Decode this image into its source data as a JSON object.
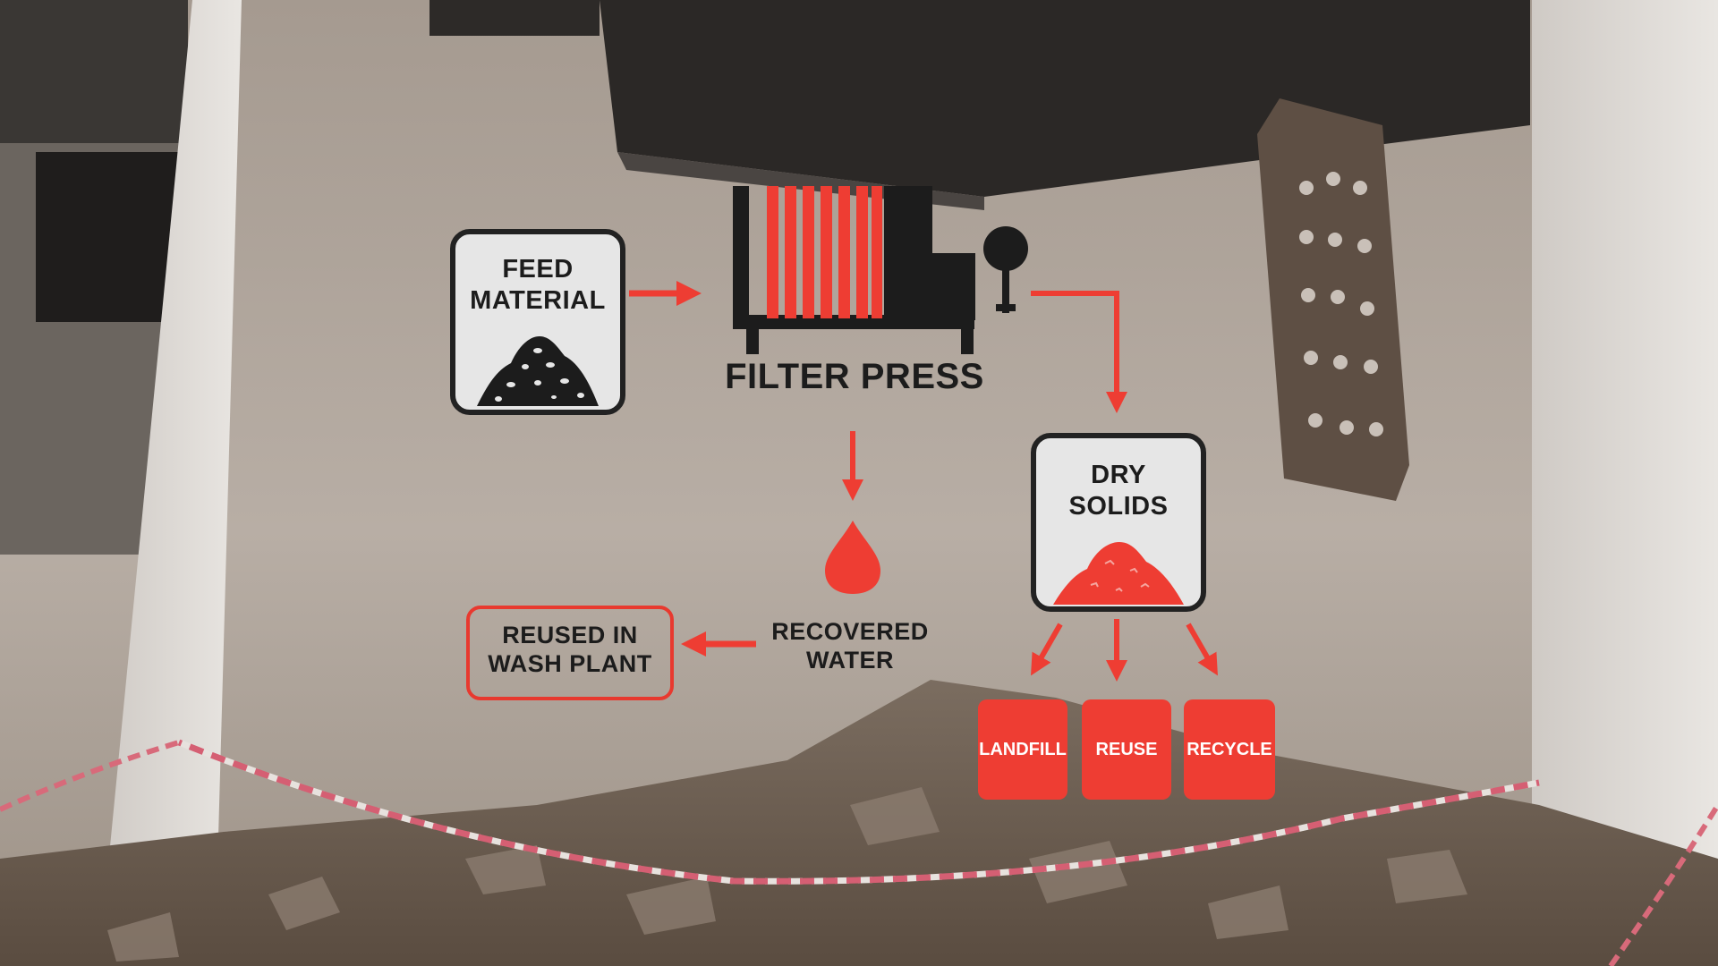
{
  "diagram": {
    "feed": {
      "line1": "FEED",
      "line2": "MATERIAL"
    },
    "press": {
      "label": "FILTER PRESS"
    },
    "dry": {
      "line1": "DRY",
      "line2": "SOLIDS"
    },
    "water": {
      "line1": "RECOVERED",
      "line2": "WATER"
    },
    "reused": {
      "line1": "REUSED IN",
      "line2": "WASH PLANT"
    },
    "destinations": {
      "landfill": "LANDFILL",
      "reuse": "REUSE",
      "recycle": "RECYCLE"
    }
  },
  "icons": {
    "feed": "pile-of-material-icon",
    "press": "filter-press-icon",
    "dry": "red-solids-pile-icon",
    "water": "water-drop-icon"
  },
  "colors": {
    "accent": "#ee3d33",
    "dark": "#1c1c1c",
    "box_fill": "#e6e6e6"
  }
}
